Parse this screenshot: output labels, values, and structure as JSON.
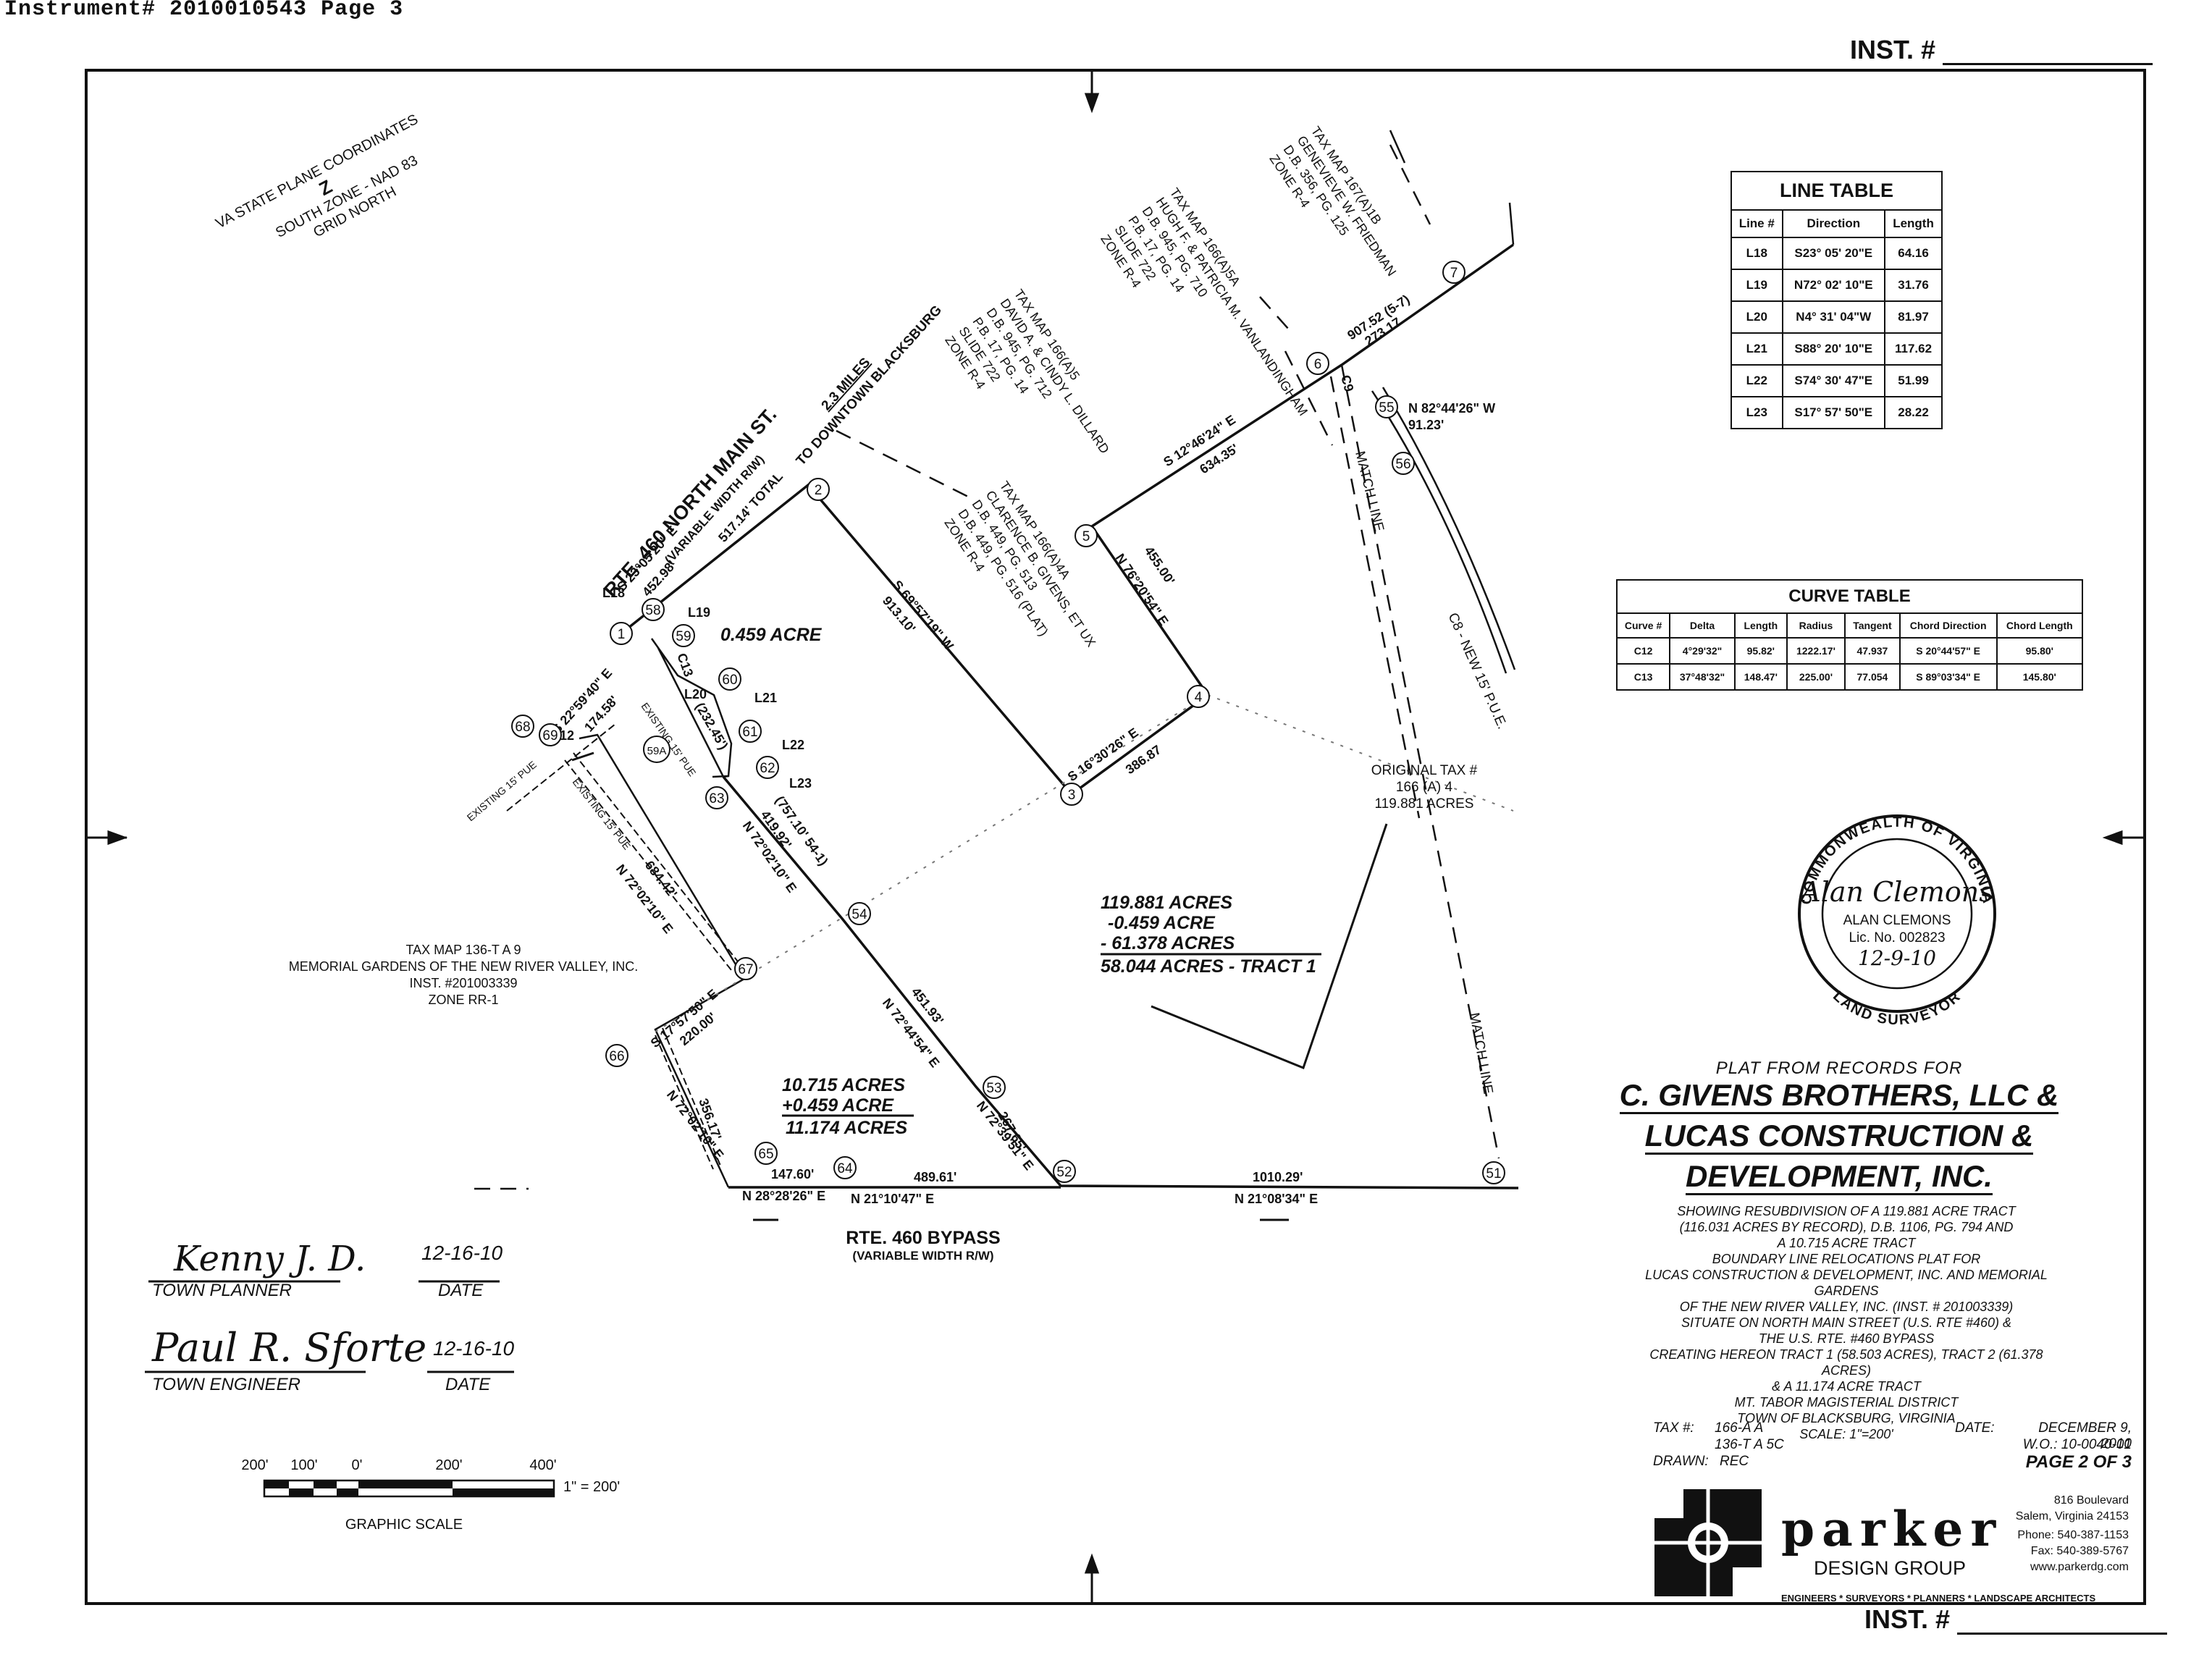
{
  "header": {
    "instrument": "Instrument# 2010010543 Page 3"
  },
  "inst_top": "INST. #",
  "inst_bottom": "INST. #",
  "north_arrow": {
    "line1": "VA STATE PLANE COORDINATES",
    "mid": "Z",
    "line2": "SOUTH ZONE - NAD 83",
    "line3": "GRID NORTH"
  },
  "line_table": {
    "title": "LINE TABLE",
    "columns": [
      "Line #",
      "Direction",
      "Length"
    ],
    "rows": [
      [
        "L18",
        "S23° 05' 20\"E",
        "64.16"
      ],
      [
        "L19",
        "N72° 02' 10\"E",
        "31.76"
      ],
      [
        "L20",
        "N4° 31' 04\"W",
        "81.97"
      ],
      [
        "L21",
        "S88° 20' 10\"E",
        "117.62"
      ],
      [
        "L22",
        "S74° 30' 47\"E",
        "51.99"
      ],
      [
        "L23",
        "S17° 57' 50\"E",
        "28.22"
      ]
    ]
  },
  "curve_table": {
    "title": "CURVE TABLE",
    "columns": [
      "Curve #",
      "Delta",
      "Length",
      "Radius",
      "Tangent",
      "Chord Direction",
      "Chord Length"
    ],
    "rows": [
      [
        "C12",
        "4°29'32\"",
        "95.82'",
        "1222.17'",
        "47.937",
        "S 20°44'57\" E",
        "95.80'"
      ],
      [
        "C13",
        "37°48'32\"",
        "148.47'",
        "225.00'",
        "77.054",
        "S 89°03'34\" E",
        "145.80'"
      ]
    ]
  },
  "labels": {
    "rte460_main": "RTE. 460 NORTH MAIN ST.",
    "rte460_main_rw": "(VARIABLE WIDTH R/W)",
    "miles_1": "2.3 MILES",
    "miles_2": "TO DOWNTOWN BLACKSBURG",
    "tm_167": [
      "TAX MAP 167(A)1B",
      "GENEVIEVE W. FRIEDMAN",
      "D.B. 356, PG. 125",
      "ZONE R-4"
    ],
    "tm_166_5a": [
      "TAX MAP 166(A)5A",
      "HUGH F. & PATRICIA M. VANLANDINGHAM",
      "D.B. 945, PG. 710",
      "P.B. 17, PG. 14",
      "SLIDE 722",
      "ZONE R-4"
    ],
    "tm_166_5": [
      "TAX MAP 166(A)5",
      "DAVID A. & CINDY L. DILLARD",
      "D.B. 945, PG. 712",
      "P.B. 17, PG. 14",
      "SLIDE 722",
      "ZONE R-4"
    ],
    "tm_166_4a": [
      "TAX MAP 166(A)4A",
      "CLARENCE B. GIVENS, ET UX",
      "D.B. 449, PG. 513",
      "D.B. 449, PG. 516 (PLAT)",
      "ZONE R-4"
    ],
    "tm_136": [
      "TAX MAP 136-T A 9",
      "MEMORIAL GARDENS OF THE NEW RIVER VALLEY, INC.",
      "INST. #201003339",
      "ZONE RR-1"
    ],
    "original_tax": [
      "ORIGINAL TAX #",
      "166 (A) 4",
      "119.881 ACRES"
    ],
    "acre_0459": "0.459 ACRE",
    "acres_tract1": [
      "119.881 ACRES",
      "-0.459 ACRE",
      "- 61.378 ACRES",
      "58.044 ACRES - TRACT 1"
    ],
    "acres_small": [
      "10.715 ACRES",
      "+0.459 ACRE",
      "11.174 ACRES"
    ],
    "rte460_bypass": "RTE. 460 BYPASS",
    "rte460_bypass_rw": "(VARIABLE WIDTH R/W)",
    "match_line": "MATCH LINE",
    "c8_pue": "C8 - NEW 15' P.U.E.",
    "existing_pue": "EXISTING 15' PUE",
    "bearings": {
      "b_main_1": "S 23°05'20\" E",
      "b_main_1_len": "452.98'",
      "b_main_total": "517.14' TOTAL",
      "b_69_68": "S 22°59'40\" E",
      "b_69_68_len": "174.58'",
      "c12": "C12",
      "b_2_3": "S 69°57'19\" W",
      "b_2_3_len": "913.10'",
      "b_5_6": "S 12°46'24\" E",
      "b_5_6_len": "634.35'",
      "b_6_7": "907.52 (5-7)",
      "b_6_7_len": "273.17",
      "b_5_4": "N 76°20'54\" E",
      "b_5_4_len": "455.00'",
      "b_3_4": "S 16°30'26\" E",
      "b_3_4_len": "386.87",
      "n55": "N 82°44'26\" W",
      "n55_len": "91.23'",
      "b_63_54": "N 72°02'10\" E",
      "b_63_54_len": "419.92'",
      "b_63_54_note": "(757.10' 54-1)",
      "b_54_53": "N 72°44'54\" E",
      "b_54_53_len": "451.93'",
      "b_53_52": "N 72°39'51\" E",
      "b_53_52_len": "267.65'",
      "b_west": "N 72°02'10\" E",
      "b_west_len": "684.42'",
      "b_67_66": "S 17°57'50\" E",
      "b_67_66_len": "220.00'",
      "b_66_65": "N 72°02'10\" E",
      "b_66_65_len": "356.17'",
      "b_65_64_len": "147.60'",
      "b_65_64": "N 28°28'26\" E",
      "b_64_52_len": "489.61'",
      "b_64_52": "N 21°10'47\" E",
      "b_52_51_len": "1010.29'",
      "b_52_51": "N 21°08'34\" E",
      "c13": "C13",
      "c13_note": "(232.45')",
      "c9": "C9",
      "l18": "L18",
      "l19": "L19",
      "l20": "L20",
      "l21": "L21",
      "l22": "L22",
      "l23": "L23"
    }
  },
  "points": [
    "1",
    "2",
    "3",
    "4",
    "5",
    "6",
    "7",
    "51",
    "52",
    "53",
    "54",
    "55",
    "56",
    "58",
    "59",
    "59A",
    "60",
    "61",
    "62",
    "63",
    "64",
    "65",
    "66",
    "67",
    "68",
    "69"
  ],
  "seal": {
    "ring_top": "COMMONWEALTH OF VIRGINIA",
    "ring_bottom": "LAND SURVEYOR",
    "signature": "Alan Clemons",
    "name": "ALAN CLEMONS",
    "lic": "Lic. No. 002823",
    "date": "12-9-10"
  },
  "approvals": [
    {
      "signature": "Kenny J. D.",
      "title": "TOWN PLANNER",
      "date": "12-16-10",
      "date_label": "DATE"
    },
    {
      "signature": "Paul R. Sforte",
      "title": "TOWN ENGINEER",
      "date": "12-16-10",
      "date_label": "DATE"
    }
  ],
  "scale": {
    "ticks": [
      "200'",
      "100'",
      "0'",
      "200'",
      "400'"
    ],
    "ratio": "1\" = 200'",
    "label": "GRAPHIC SCALE"
  },
  "title_block": {
    "subtitle": "PLAT FROM RECORDS FOR",
    "title_lines": [
      "C. GIVENS BROTHERS, LLC &",
      "LUCAS CONSTRUCTION &",
      "DEVELOPMENT, INC."
    ],
    "description": [
      "SHOWING RESUBDIVISION OF A 119.881 ACRE TRACT",
      "(116.031 ACRES BY RECORD), D.B. 1106, PG. 794 AND",
      "A 10.715 ACRE TRACT",
      "BOUNDARY LINE RELOCATIONS PLAT FOR",
      "LUCAS CONSTRUCTION & DEVELOPMENT, INC. AND MEMORIAL GARDENS",
      "OF THE NEW RIVER VALLEY, INC. (INST. # 201003339)",
      "SITUATE ON NORTH MAIN STREET (U.S. RTE #460) &",
      "THE U.S. RTE. #460 BYPASS",
      "CREATING HEREON TRACT 1 (58.503 ACRES), TRACT 2 (61.378 ACRES)",
      "& A 11.174 ACRE TRACT",
      "MT. TABOR MAGISTERIAL DISTRICT",
      "TOWN OF BLACKSBURG, VIRGINIA",
      "SCALE: 1\"=200'"
    ],
    "tax_label": "TAX #:",
    "tax_1": "166-A A",
    "tax_2": "136-T A 5C",
    "drawn_label": "DRAWN:",
    "drawn": "REC",
    "date_label": "DATE:",
    "date": "DECEMBER 9, 2010",
    "wo": "W.O.: 10-0040-01",
    "page": "PAGE 2 OF 3"
  },
  "firm": {
    "name": "parker",
    "group": "DESIGN GROUP",
    "services": "ENGINEERS * SURVEYORS * PLANNERS * LANDSCAPE ARCHITECTS",
    "address_1": "816 Boulevard",
    "address_2": "Salem, Virginia 24153",
    "phone": "Phone: 540-387-1153",
    "fax": "Fax: 540-389-5767",
    "web": "www.parkerdg.com"
  }
}
